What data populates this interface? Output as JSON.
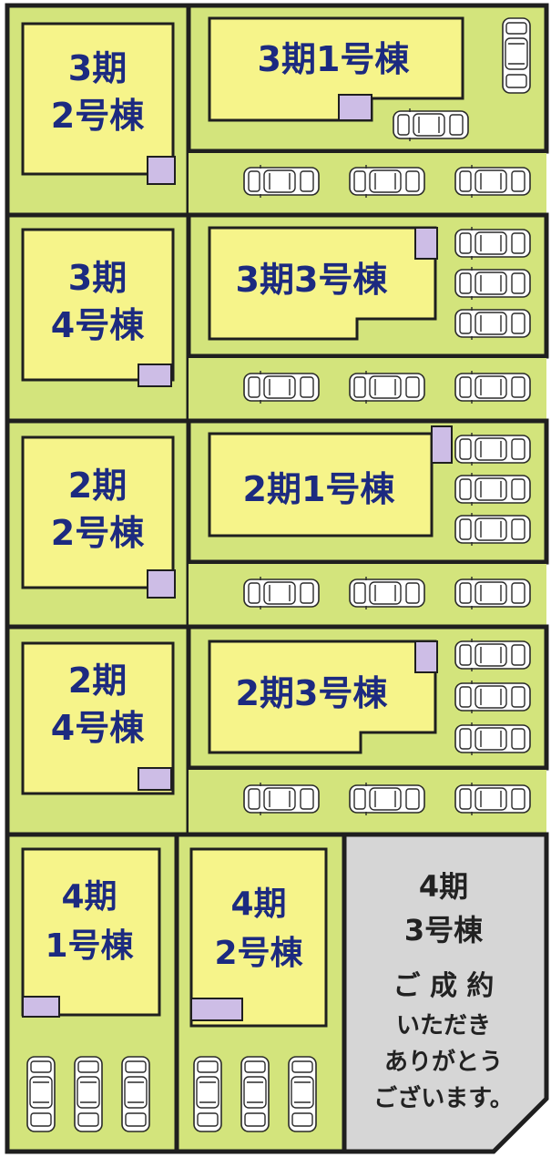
{
  "colors": {
    "lot": "#d3e47c",
    "house": "#f6f48a",
    "label": "#1c2a80",
    "sold_lot": "#d6d6d6",
    "entrance": "#cdbde6",
    "outline": "#1f1f1f"
  },
  "rows": [
    {
      "left_house": [
        "3期",
        "2号棟"
      ],
      "right_house": "3期1号棟"
    },
    {
      "left_house": [
        "3期",
        "4号棟"
      ],
      "right_house": "3期3号棟"
    },
    {
      "left_house": [
        "2期",
        "2号棟"
      ],
      "right_house": "2期1号棟"
    },
    {
      "left_house": [
        "2期",
        "4号棟"
      ],
      "right_house": "2期3号棟"
    }
  ],
  "bottom_row": {
    "house_a": [
      "4期",
      "1号棟"
    ],
    "house_b": [
      "4期",
      "2号棟"
    ],
    "sold_lot": {
      "title": [
        "4期",
        "3号棟"
      ],
      "message": [
        "ご 成 約",
        "いただき",
        "ありがとう",
        "ございます。"
      ]
    }
  },
  "icons": {
    "parking_car": "car-top-view-icon"
  }
}
